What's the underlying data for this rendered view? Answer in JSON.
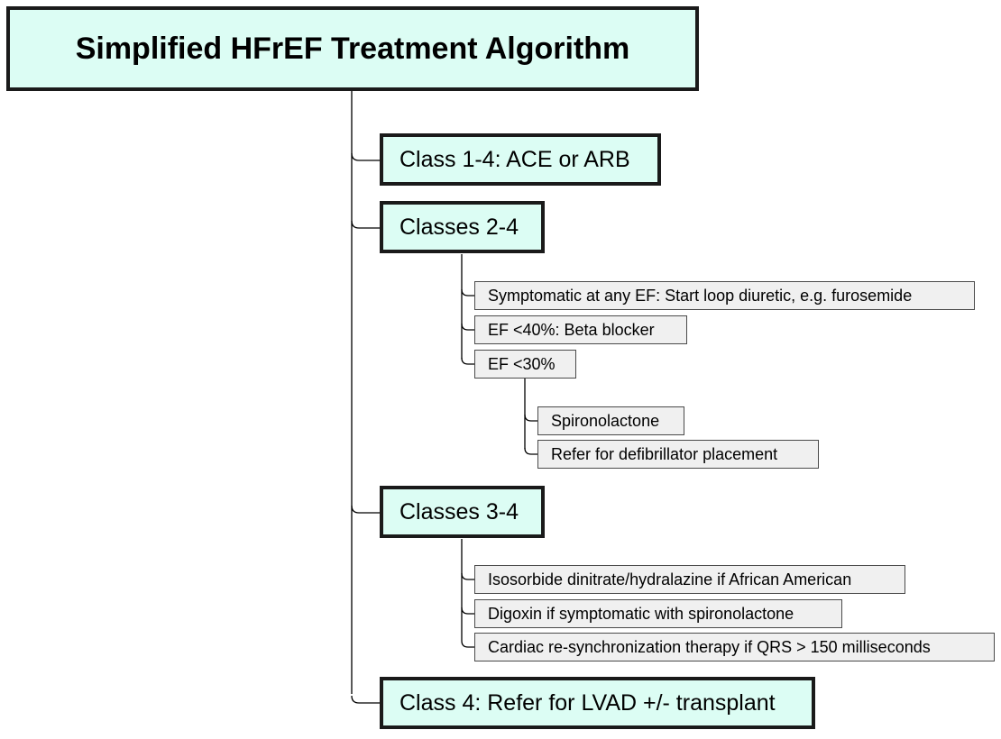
{
  "title": "Simplified HFrEF Treatment Algorithm",
  "nodes": {
    "class_1_4": "Class 1-4: ACE or ARB",
    "classes_2_4": {
      "label": "Classes 2-4",
      "items": {
        "diuretic": "Symptomatic at any EF: Start loop diuretic, e.g. furosemide",
        "beta_blocker": "EF <40%: Beta blocker",
        "ef_30": {
          "label": "EF <30%",
          "items": {
            "spironolactone": "Spironolactone",
            "defibrillator": "Refer for defibrillator placement"
          }
        }
      }
    },
    "classes_3_4": {
      "label": "Classes 3-4",
      "items": {
        "isosorbide": "Isosorbide dinitrate/hydralazine if African American",
        "digoxin": "Digoxin if symptomatic with spironolactone",
        "crt": "Cardiac re-synchronization therapy if QRS > 150 milliseconds"
      }
    },
    "class_4": "Class 4: Refer for LVAD +/- transplant"
  },
  "colors": {
    "primary_box_fill": "#dcfdf4",
    "secondary_box_fill": "#f0f0f0",
    "border": "#1a1a1a",
    "connector": "#000000"
  }
}
